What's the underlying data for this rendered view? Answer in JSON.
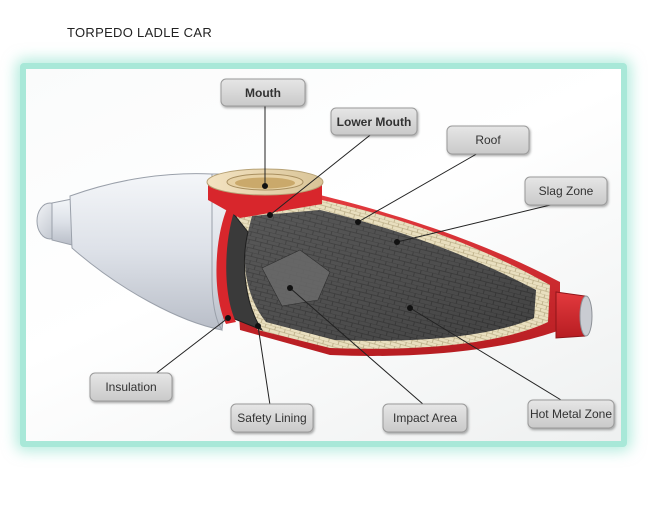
{
  "title": "TORPEDO LADLE CAR",
  "labels": {
    "mouth": "Mouth",
    "lower_mouth": "Lower Mouth",
    "roof": "Roof",
    "slag_zone": "Slag Zone",
    "insulation": "Insulation",
    "safety_lining": "Safety Lining",
    "impact_area": "Impact Area",
    "hot_metal_zone": "Hot Metal Zone"
  },
  "colors": {
    "frame_border": "#a8e8d8",
    "shell": "#dfe3ea",
    "outer_red": "#d8262c",
    "brick": "#e8dcb4",
    "lining_dark": "#3a3a3a",
    "callout_box": "#d9d9d9"
  }
}
